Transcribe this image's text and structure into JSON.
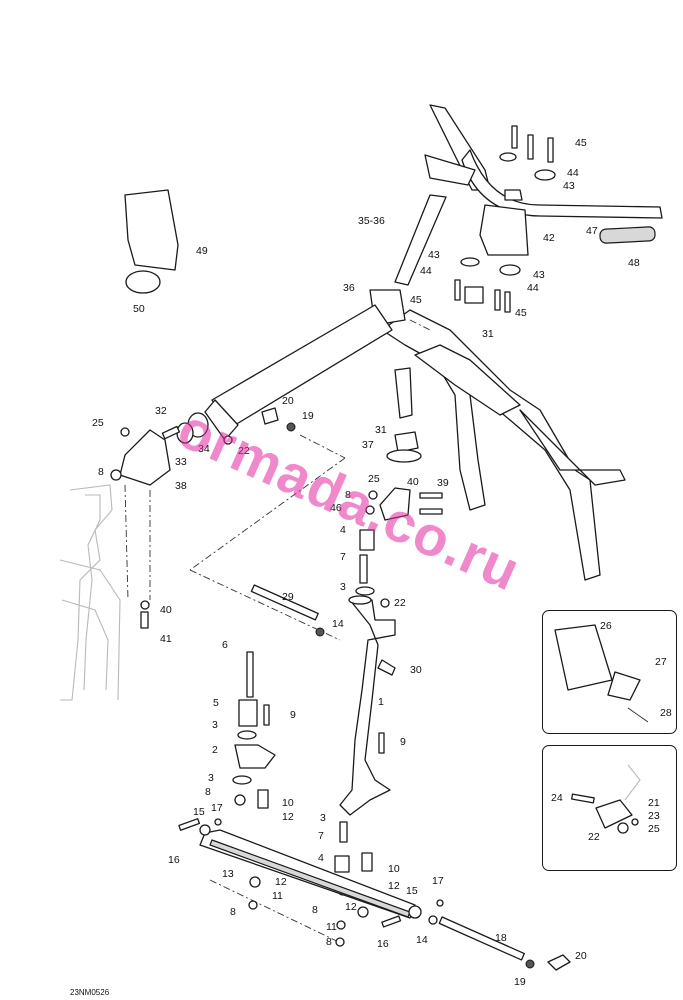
{
  "figure": {
    "drawing_code": "23NM0526",
    "watermark": "ormada.co.ru"
  },
  "callouts": [
    {
      "id": "c1",
      "text": "1"
    },
    {
      "id": "c2",
      "text": "2"
    },
    {
      "id": "c3a",
      "text": "3"
    },
    {
      "id": "c3b",
      "text": "3"
    },
    {
      "id": "c3c",
      "text": "3"
    },
    {
      "id": "c3d",
      "text": "3"
    },
    {
      "id": "c4a",
      "text": "4"
    },
    {
      "id": "c4b",
      "text": "4"
    },
    {
      "id": "c5",
      "text": "5"
    },
    {
      "id": "c6",
      "text": "6"
    },
    {
      "id": "c7a",
      "text": "7"
    },
    {
      "id": "c7b",
      "text": "7"
    },
    {
      "id": "c8a",
      "text": "8"
    },
    {
      "id": "c8b",
      "text": "8"
    },
    {
      "id": "c8c",
      "text": "8"
    },
    {
      "id": "c8d",
      "text": "8"
    },
    {
      "id": "c8e",
      "text": "8"
    },
    {
      "id": "c8f",
      "text": "8"
    },
    {
      "id": "c9a",
      "text": "9"
    },
    {
      "id": "c9b",
      "text": "9"
    },
    {
      "id": "c10a",
      "text": "10"
    },
    {
      "id": "c10b",
      "text": "10"
    },
    {
      "id": "c11a",
      "text": "11"
    },
    {
      "id": "c11b",
      "text": "11"
    },
    {
      "id": "c12a",
      "text": "12"
    },
    {
      "id": "c12b",
      "text": "12"
    },
    {
      "id": "c12c",
      "text": "12"
    },
    {
      "id": "c12d",
      "text": "12"
    },
    {
      "id": "c13",
      "text": "13"
    },
    {
      "id": "c14a",
      "text": "14"
    },
    {
      "id": "c14b",
      "text": "14"
    },
    {
      "id": "c15a",
      "text": "15"
    },
    {
      "id": "c15b",
      "text": "15"
    },
    {
      "id": "c16a",
      "text": "16"
    },
    {
      "id": "c16b",
      "text": "16"
    },
    {
      "id": "c17a",
      "text": "17"
    },
    {
      "id": "c17b",
      "text": "17"
    },
    {
      "id": "c18",
      "text": "18"
    },
    {
      "id": "c19a",
      "text": "19"
    },
    {
      "id": "c19b",
      "text": "19"
    },
    {
      "id": "c20a",
      "text": "20"
    },
    {
      "id": "c20b",
      "text": "20"
    },
    {
      "id": "c21",
      "text": "21"
    },
    {
      "id": "c22a",
      "text": "22"
    },
    {
      "id": "c22b",
      "text": "22"
    },
    {
      "id": "c22c",
      "text": "22"
    },
    {
      "id": "c23",
      "text": "23"
    },
    {
      "id": "c24",
      "text": "24"
    },
    {
      "id": "c25a",
      "text": "25"
    },
    {
      "id": "c25b",
      "text": "25"
    },
    {
      "id": "c25c",
      "text": "25"
    },
    {
      "id": "c26",
      "text": "26"
    },
    {
      "id": "c27",
      "text": "27"
    },
    {
      "id": "c28",
      "text": "28"
    },
    {
      "id": "c29",
      "text": "29"
    },
    {
      "id": "c30",
      "text": "30"
    },
    {
      "id": "c31a",
      "text": "31"
    },
    {
      "id": "c31b",
      "text": "31"
    },
    {
      "id": "c32",
      "text": "32"
    },
    {
      "id": "c33",
      "text": "33"
    },
    {
      "id": "c34",
      "text": "34"
    },
    {
      "id": "c3536",
      "text": "35-36"
    },
    {
      "id": "c36",
      "text": "36"
    },
    {
      "id": "c37",
      "text": "37"
    },
    {
      "id": "c38",
      "text": "38"
    },
    {
      "id": "c39",
      "text": "39"
    },
    {
      "id": "c40a",
      "text": "40"
    },
    {
      "id": "c40b",
      "text": "40"
    },
    {
      "id": "c41",
      "text": "41"
    },
    {
      "id": "c42",
      "text": "42"
    },
    {
      "id": "c43a",
      "text": "43"
    },
    {
      "id": "c43b",
      "text": "43"
    },
    {
      "id": "c43c",
      "text": "43"
    },
    {
      "id": "c44a",
      "text": "44"
    },
    {
      "id": "c44b",
      "text": "44"
    },
    {
      "id": "c44c",
      "text": "44"
    },
    {
      "id": "c45a",
      "text": "45"
    },
    {
      "id": "c45b",
      "text": "45"
    },
    {
      "id": "c45c",
      "text": "45"
    },
    {
      "id": "c46",
      "text": "46"
    },
    {
      "id": "c47",
      "text": "47"
    },
    {
      "id": "c48",
      "text": "48"
    },
    {
      "id": "c49",
      "text": "49"
    },
    {
      "id": "c50",
      "text": "50"
    }
  ]
}
